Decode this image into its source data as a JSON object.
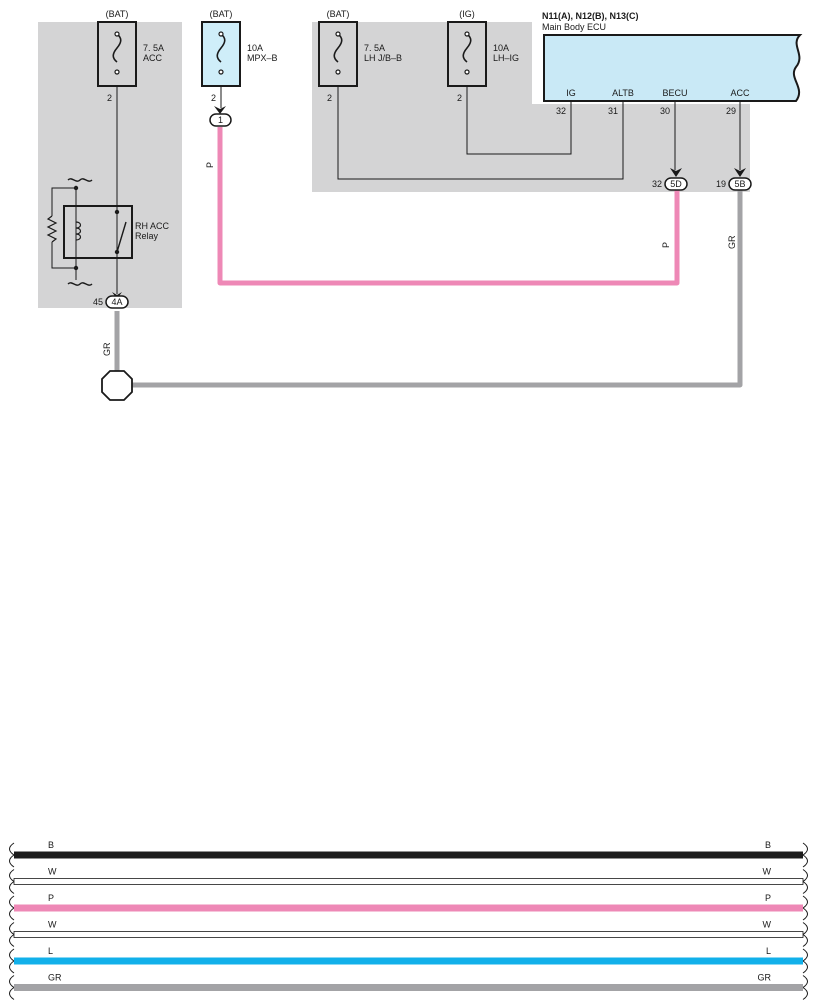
{
  "fuses": [
    {
      "source": "(BAT)",
      "rating": "7. 5A",
      "name": "ACC",
      "pin": "2"
    },
    {
      "source": "(BAT)",
      "rating": "10A",
      "name": "MPX–B",
      "pin": "2"
    },
    {
      "source": "(BAT)",
      "rating": "7. 5A",
      "name": "LH J/B–B",
      "pin": "2"
    },
    {
      "source": "(IG)",
      "rating": "10A",
      "name": "LH–IG",
      "pin": "2"
    }
  ],
  "ecu": {
    "title": "N11(A), N12(B), N13(C)",
    "subtitle": "Main Body ECU",
    "terminals": [
      {
        "label": "IG",
        "pin": "32"
      },
      {
        "label": "ALTB",
        "pin": "31"
      },
      {
        "label": "BECU",
        "pin": "30"
      },
      {
        "label": "ACC",
        "pin": "29"
      }
    ]
  },
  "relay": {
    "line1": "RH ACC",
    "line2": "Relay"
  },
  "connectors": [
    {
      "pin": "45",
      "id": "4A"
    },
    {
      "pin": "",
      "id": "1"
    },
    {
      "pin": "32",
      "id": "5D"
    },
    {
      "pin": "19",
      "id": "5B"
    }
  ],
  "wires": {
    "mpx": "P",
    "becu": "P",
    "acc_ecu": "GR",
    "acc_relay": "GR"
  },
  "colors": {
    "P": "#ee88b6",
    "GR": "#a3a3a6",
    "B": "#1c1c1c",
    "W": "#ffffff",
    "L": "#12b0ea",
    "panel": "#d4d4d5",
    "ecu_fill": "#c9e9f6",
    "fuse_fill": "#cfeef9"
  },
  "legend": [
    {
      "code": "B"
    },
    {
      "code": "W"
    },
    {
      "code": "P"
    },
    {
      "code": "W"
    },
    {
      "code": "L"
    },
    {
      "code": "GR"
    }
  ]
}
